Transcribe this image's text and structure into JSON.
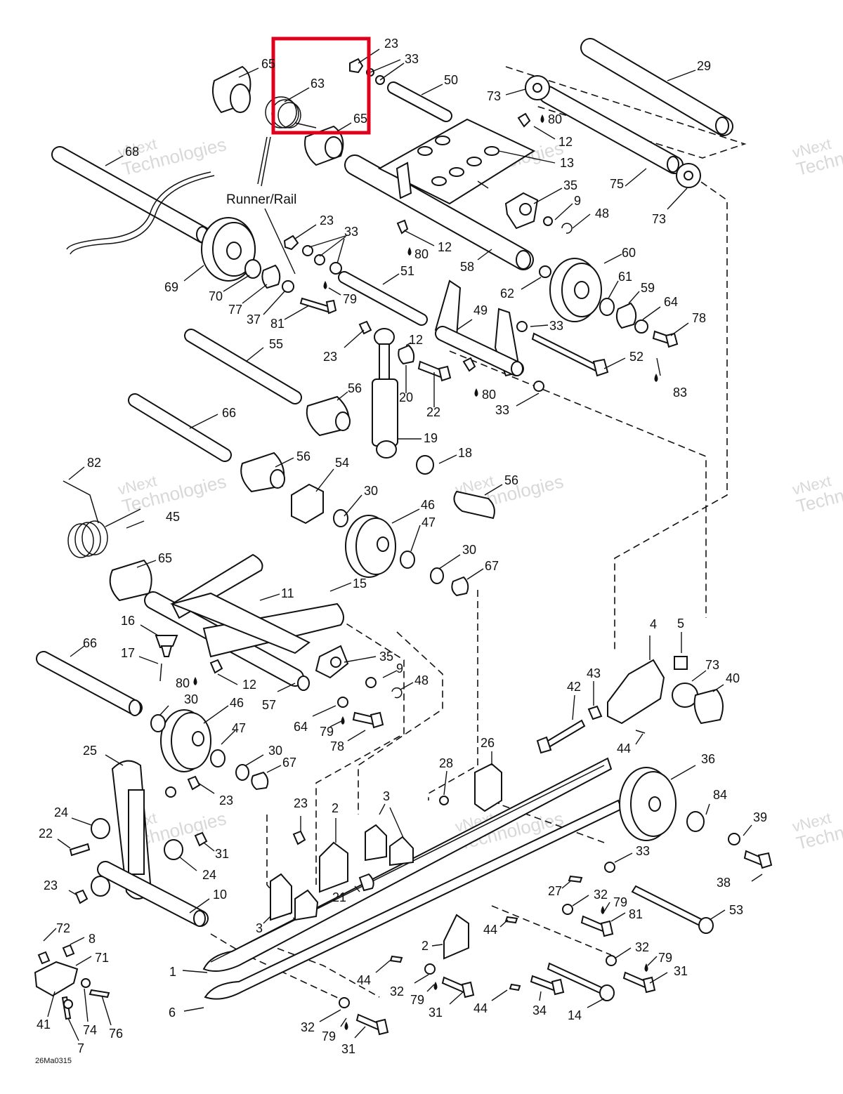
{
  "section_label": "Runner/Rail",
  "figure_code": "26Ma0315",
  "highlight_color": "#e0001b",
  "watermark": {
    "line1": "vNext",
    "line2": "Technologies"
  },
  "callouts": [
    {
      "id": "c23a",
      "text": "23"
    },
    {
      "id": "c33a",
      "text": "33"
    },
    {
      "id": "c65a",
      "text": "65"
    },
    {
      "id": "c63",
      "text": "63"
    },
    {
      "id": "c65b",
      "text": "65"
    },
    {
      "id": "c50",
      "text": "50"
    },
    {
      "id": "c29",
      "text": "29"
    },
    {
      "id": "c73a",
      "text": "73"
    },
    {
      "id": "c80a",
      "text": "80"
    },
    {
      "id": "c12a",
      "text": "12"
    },
    {
      "id": "c13",
      "text": "13"
    },
    {
      "id": "c68",
      "text": "68"
    },
    {
      "id": "c35a",
      "text": "35"
    },
    {
      "id": "c9a",
      "text": "9"
    },
    {
      "id": "c48a",
      "text": "48"
    },
    {
      "id": "c75",
      "text": "75"
    },
    {
      "id": "c73b",
      "text": "73"
    },
    {
      "id": "c23b",
      "text": "23"
    },
    {
      "id": "c33b",
      "text": "33"
    },
    {
      "id": "c12b",
      "text": "12"
    },
    {
      "id": "c80b",
      "text": "80"
    },
    {
      "id": "c58",
      "text": "58"
    },
    {
      "id": "c60",
      "text": "60"
    },
    {
      "id": "c69",
      "text": "69"
    },
    {
      "id": "c70",
      "text": "70"
    },
    {
      "id": "c77",
      "text": "77"
    },
    {
      "id": "c37",
      "text": "37"
    },
    {
      "id": "c81a",
      "text": "81"
    },
    {
      "id": "c79a",
      "text": "79"
    },
    {
      "id": "c51",
      "text": "51"
    },
    {
      "id": "c62",
      "text": "62"
    },
    {
      "id": "c61",
      "text": "61"
    },
    {
      "id": "c59",
      "text": "59"
    },
    {
      "id": "c64a",
      "text": "64"
    },
    {
      "id": "c49",
      "text": "49"
    },
    {
      "id": "c33c",
      "text": "33"
    },
    {
      "id": "c78a",
      "text": "78"
    },
    {
      "id": "c55",
      "text": "55"
    },
    {
      "id": "c23c",
      "text": "23"
    },
    {
      "id": "c12c",
      "text": "12"
    },
    {
      "id": "c52",
      "text": "52"
    },
    {
      "id": "c83",
      "text": "83"
    },
    {
      "id": "c20",
      "text": "20"
    },
    {
      "id": "c22a",
      "text": "22"
    },
    {
      "id": "c80c",
      "text": "80"
    },
    {
      "id": "c56a",
      "text": "56"
    },
    {
      "id": "c33d",
      "text": "33"
    },
    {
      "id": "c66a",
      "text": "66"
    },
    {
      "id": "c19",
      "text": "19"
    },
    {
      "id": "c18",
      "text": "18"
    },
    {
      "id": "c82",
      "text": "82"
    },
    {
      "id": "c56b",
      "text": "56"
    },
    {
      "id": "c54",
      "text": "54"
    },
    {
      "id": "c56c",
      "text": "56"
    },
    {
      "id": "c30a",
      "text": "30"
    },
    {
      "id": "c46a",
      "text": "46"
    },
    {
      "id": "c45",
      "text": "45"
    },
    {
      "id": "c47a",
      "text": "47"
    },
    {
      "id": "c30b",
      "text": "30"
    },
    {
      "id": "c65c",
      "text": "65"
    },
    {
      "id": "c67a",
      "text": "67"
    },
    {
      "id": "c15",
      "text": "15"
    },
    {
      "id": "c11",
      "text": "11"
    },
    {
      "id": "c16",
      "text": "16"
    },
    {
      "id": "c4",
      "text": "4"
    },
    {
      "id": "c5",
      "text": "5"
    },
    {
      "id": "c66b",
      "text": "66"
    },
    {
      "id": "c35b",
      "text": "35"
    },
    {
      "id": "c17",
      "text": "17"
    },
    {
      "id": "c9b",
      "text": "9"
    },
    {
      "id": "c48b",
      "text": "48"
    },
    {
      "id": "c73c",
      "text": "73"
    },
    {
      "id": "c80d",
      "text": "80"
    },
    {
      "id": "c12d",
      "text": "12"
    },
    {
      "id": "c43",
      "text": "43"
    },
    {
      "id": "c40",
      "text": "40"
    },
    {
      "id": "c42",
      "text": "42"
    },
    {
      "id": "c30c",
      "text": "30"
    },
    {
      "id": "c46b",
      "text": "46"
    },
    {
      "id": "c57",
      "text": "57"
    },
    {
      "id": "c64b",
      "text": "64"
    },
    {
      "id": "c79b",
      "text": "79"
    },
    {
      "id": "c47b",
      "text": "47"
    },
    {
      "id": "c44a",
      "text": "44"
    },
    {
      "id": "c78b",
      "text": "78"
    },
    {
      "id": "c26",
      "text": "26"
    },
    {
      "id": "c25",
      "text": "25"
    },
    {
      "id": "c30d",
      "text": "30"
    },
    {
      "id": "c67b",
      "text": "67"
    },
    {
      "id": "c36",
      "text": "36"
    },
    {
      "id": "c28",
      "text": "28"
    },
    {
      "id": "c23d",
      "text": "23"
    },
    {
      "id": "c24a",
      "text": "24"
    },
    {
      "id": "c3a",
      "text": "3"
    },
    {
      "id": "c23e",
      "text": "23"
    },
    {
      "id": "c2a",
      "text": "2"
    },
    {
      "id": "c84",
      "text": "84"
    },
    {
      "id": "c22b",
      "text": "22"
    },
    {
      "id": "c31a",
      "text": "31"
    },
    {
      "id": "c39",
      "text": "39"
    },
    {
      "id": "c33e",
      "text": "33"
    },
    {
      "id": "c24b",
      "text": "24"
    },
    {
      "id": "c38",
      "text": "38"
    },
    {
      "id": "c23f",
      "text": "23"
    },
    {
      "id": "c21",
      "text": "21"
    },
    {
      "id": "c27",
      "text": "27"
    },
    {
      "id": "c10",
      "text": "10"
    },
    {
      "id": "c32a",
      "text": "32"
    },
    {
      "id": "c79c",
      "text": "79"
    },
    {
      "id": "c53",
      "text": "53"
    },
    {
      "id": "c81b",
      "text": "81"
    },
    {
      "id": "c3b",
      "text": "3"
    },
    {
      "id": "c72",
      "text": "72"
    },
    {
      "id": "c44b",
      "text": "44"
    },
    {
      "id": "c8",
      "text": "8"
    },
    {
      "id": "c2b",
      "text": "2"
    },
    {
      "id": "c32b",
      "text": "32"
    },
    {
      "id": "c79d",
      "text": "79"
    },
    {
      "id": "c71",
      "text": "71"
    },
    {
      "id": "c31b",
      "text": "31"
    },
    {
      "id": "c1",
      "text": "1"
    },
    {
      "id": "c44c",
      "text": "44"
    },
    {
      "id": "c32c",
      "text": "32"
    },
    {
      "id": "c79e",
      "text": "79"
    },
    {
      "id": "c6",
      "text": "6"
    },
    {
      "id": "c31c",
      "text": "31"
    },
    {
      "id": "c44d",
      "text": "44"
    },
    {
      "id": "c34",
      "text": "34"
    },
    {
      "id": "c14",
      "text": "14"
    },
    {
      "id": "c32d",
      "text": "32"
    },
    {
      "id": "c79f",
      "text": "79"
    },
    {
      "id": "c31d",
      "text": "31"
    },
    {
      "id": "c41",
      "text": "41"
    },
    {
      "id": "c74",
      "text": "74"
    },
    {
      "id": "c76",
      "text": "76"
    },
    {
      "id": "c7",
      "text": "7"
    }
  ]
}
